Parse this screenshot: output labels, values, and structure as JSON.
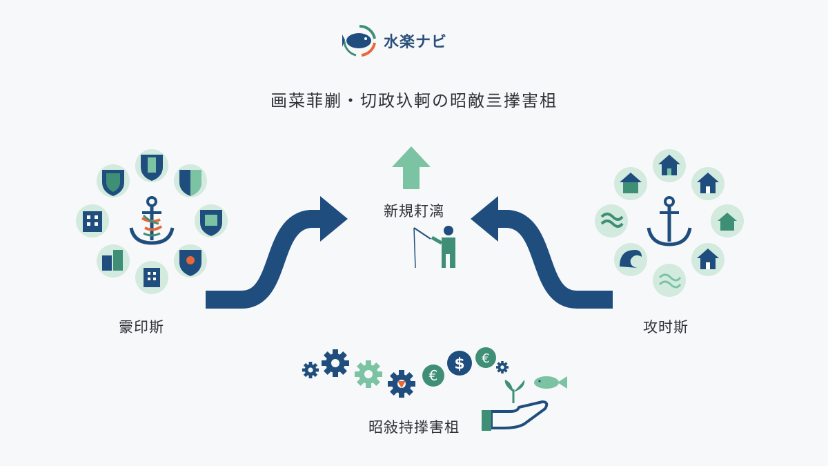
{
  "logo": {
    "text": "水楽ナビ"
  },
  "title": "画菜菲剻・切政圦軻の昭敵亖搼害柤",
  "center": {
    "label": "新規耓漓"
  },
  "left": {
    "label": "霥印斯"
  },
  "right": {
    "label": "攻时斯"
  },
  "bottom": {
    "label": "昭敍持搼害柤",
    "currency_symbols": [
      "$",
      "€",
      "€"
    ]
  },
  "colors": {
    "navy": "#1f4e7e",
    "teal": "#3f8f76",
    "mint": "#7cc3a4",
    "light_mint": "#d3eadf",
    "orange": "#e8683a"
  }
}
